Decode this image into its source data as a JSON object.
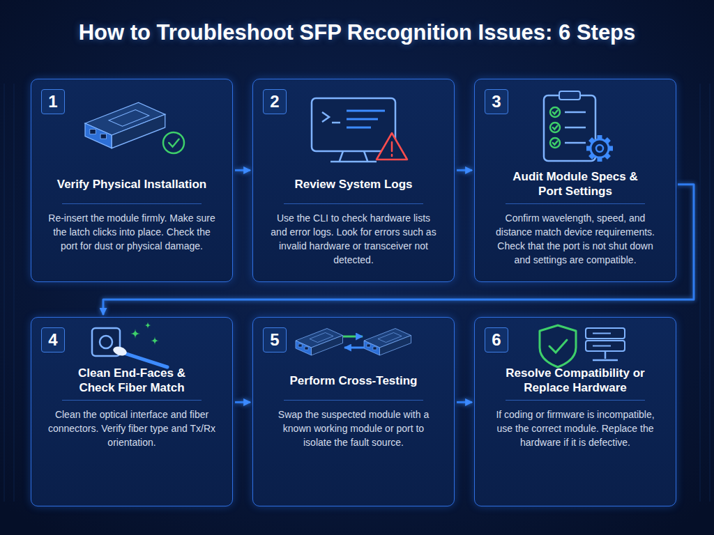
{
  "diagram": {
    "title": "How to Troubleshoot SFP Recognition Issues: 6 Steps",
    "nodes": [
      {
        "text": [
          "Verify Physical Installation",
          "Re-insert the module firmly. Make sure the latch clicks into place. Check the port for dust or physical damage."
        ]
      },
      {
        "text": [
          "1"
        ],
        "in": 0
      },
      {
        "text": [
          "Review System Logs",
          "Use the CLI to check hardware lists and error logs. Look for errors such as invalid hardware or transceiver not detected."
        ]
      },
      {
        "text": [
          "2"
        ],
        "in": 2
      },
      {
        "text": [
          "Audit Module Specs & Port Settings",
          "Confirm wavelength, speed, and distance match device requirements. Check that the port is not shut down and settings are compatible."
        ]
      },
      {
        "text": [
          "3"
        ],
        "in": 4
      },
      {
        "text": [
          "Clean End-Faces & Check Fiber Match",
          "Clean the optical interface and fiber connectors. Verify fiber type and Tx/Rx orientation."
        ]
      },
      {
        "text": [
          "4"
        ],
        "in": 6
      },
      {
        "text": [
          "Perform Cross-Testing",
          "Swap the suspected module with a known working module or port to isolate the fault source."
        ]
      },
      {
        "text": [
          "5"
        ],
        "in": 8
      },
      {
        "text": [
          "Resolve Compatibility or Replace Hardware",
          "If coding or firmware is incompatible, use the correct module. Replace the hardware if it is defective."
        ]
      },
      {
        "text": [
          "6"
        ],
        "in": 10
      }
    ],
    "edges": [
      {
        "from": 0,
        "to": 2,
        "arrow": "to"
      },
      {
        "from": 2,
        "to": 4,
        "arrow": "to"
      },
      {
        "from": 4,
        "to": 6,
        "arrow": "to"
      },
      {
        "from": 6,
        "to": 8,
        "arrow": "to"
      },
      {
        "from": 8,
        "to": 10,
        "arrow": "to"
      }
    ]
  }
}
